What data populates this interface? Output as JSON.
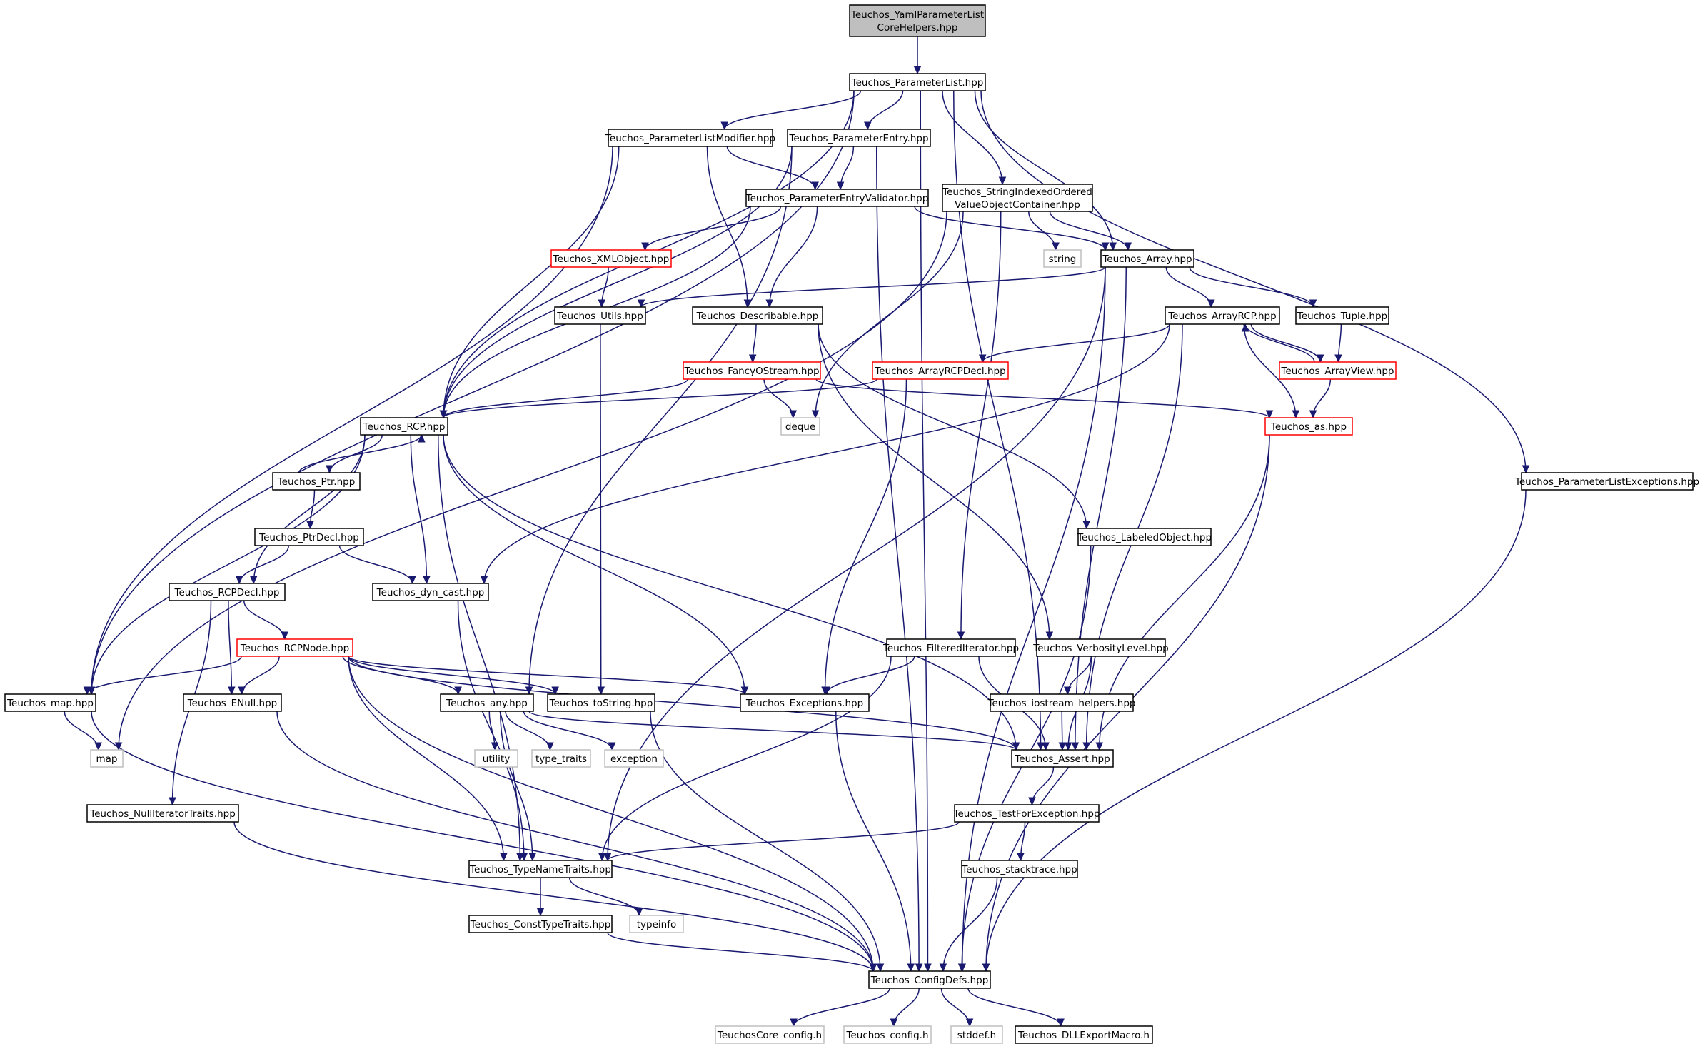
{
  "colors": {
    "edge": "#191970",
    "border_normal": "#000000",
    "border_truncated": "#ff0000",
    "border_system": "#bfbfbf",
    "fill_root": "#bfbfbf",
    "fill_normal": "#ffffff",
    "text_normal": "#000000",
    "text_system": "#606060"
  },
  "diagram": {
    "nodes": [
      {
        "id": "yaml",
        "kind": "root",
        "lines": [
          "Teuchos_YamlParameterList",
          "CoreHelpers.hpp"
        ]
      },
      {
        "id": "plist",
        "kind": "normal",
        "lines": [
          "Teuchos_ParameterList.hpp"
        ]
      },
      {
        "id": "plmod",
        "kind": "normal",
        "lines": [
          "Teuchos_ParameterListModifier.hpp"
        ]
      },
      {
        "id": "pentry",
        "kind": "normal",
        "lines": [
          "Teuchos_ParameterEntry.hpp"
        ]
      },
      {
        "id": "pev",
        "kind": "normal",
        "lines": [
          "Teuchos_ParameterEntryValidator.hpp"
        ]
      },
      {
        "id": "siovoc",
        "kind": "normal",
        "lines": [
          "Teuchos_StringIndexedOrdered",
          "ValueObjectContainer.hpp"
        ]
      },
      {
        "id": "xmlobj",
        "kind": "truncated",
        "lines": [
          "Teuchos_XMLObject.hpp"
        ]
      },
      {
        "id": "string",
        "kind": "system",
        "lines": [
          "string"
        ]
      },
      {
        "id": "array",
        "kind": "normal",
        "lines": [
          "Teuchos_Array.hpp"
        ]
      },
      {
        "id": "utils",
        "kind": "normal",
        "lines": [
          "Teuchos_Utils.hpp"
        ]
      },
      {
        "id": "describ",
        "kind": "normal",
        "lines": [
          "Teuchos_Describable.hpp"
        ]
      },
      {
        "id": "arcp",
        "kind": "normal",
        "lines": [
          "Teuchos_ArrayRCP.hpp"
        ]
      },
      {
        "id": "tuple",
        "kind": "normal",
        "lines": [
          "Teuchos_Tuple.hpp"
        ]
      },
      {
        "id": "fancy",
        "kind": "truncated",
        "lines": [
          "Teuchos_FancyOStream.hpp"
        ]
      },
      {
        "id": "arcpdecl",
        "kind": "truncated",
        "lines": [
          "Teuchos_ArrayRCPDecl.hpp"
        ]
      },
      {
        "id": "arrayview",
        "kind": "truncated",
        "lines": [
          "Teuchos_ArrayView.hpp"
        ]
      },
      {
        "id": "rcp",
        "kind": "normal",
        "lines": [
          "Teuchos_RCP.hpp"
        ]
      },
      {
        "id": "deque",
        "kind": "system",
        "lines": [
          "deque"
        ]
      },
      {
        "id": "as",
        "kind": "truncated",
        "lines": [
          "Teuchos_as.hpp"
        ]
      },
      {
        "id": "plexc",
        "kind": "normal",
        "lines": [
          "Teuchos_ParameterListExceptions.hpp"
        ]
      },
      {
        "id": "ptr",
        "kind": "normal",
        "lines": [
          "Teuchos_Ptr.hpp"
        ]
      },
      {
        "id": "ptrdecl",
        "kind": "normal",
        "lines": [
          "Teuchos_PtrDecl.hpp"
        ]
      },
      {
        "id": "labeled",
        "kind": "normal",
        "lines": [
          "Teuchos_LabeledObject.hpp"
        ]
      },
      {
        "id": "rcpdecl",
        "kind": "normal",
        "lines": [
          "Teuchos_RCPDecl.hpp"
        ]
      },
      {
        "id": "dyncast",
        "kind": "normal",
        "lines": [
          "Teuchos_dyn_cast.hpp"
        ]
      },
      {
        "id": "rcpnode",
        "kind": "truncated",
        "lines": [
          "Teuchos_RCPNode.hpp"
        ]
      },
      {
        "id": "filtered",
        "kind": "normal",
        "lines": [
          "Teuchos_FilteredIterator.hpp"
        ]
      },
      {
        "id": "verbosity",
        "kind": "normal",
        "lines": [
          "Teuchos_VerbosityLevel.hpp"
        ]
      },
      {
        "id": "map",
        "kind": "normal",
        "lines": [
          "Teuchos_map.hpp"
        ]
      },
      {
        "id": "enull",
        "kind": "normal",
        "lines": [
          "Teuchos_ENull.hpp"
        ]
      },
      {
        "id": "any",
        "kind": "normal",
        "lines": [
          "Teuchos_any.hpp"
        ]
      },
      {
        "id": "tostring",
        "kind": "normal",
        "lines": [
          "Teuchos_toString.hpp"
        ]
      },
      {
        "id": "exceptions",
        "kind": "normal",
        "lines": [
          "Teuchos_Exceptions.hpp"
        ]
      },
      {
        "id": "iostream",
        "kind": "normal",
        "lines": [
          "Teuchos_iostream_helpers.hpp"
        ]
      },
      {
        "id": "stdmap",
        "kind": "system",
        "lines": [
          "map"
        ]
      },
      {
        "id": "utility",
        "kind": "system",
        "lines": [
          "utility"
        ]
      },
      {
        "id": "typetraits",
        "kind": "system",
        "lines": [
          "type_traits"
        ]
      },
      {
        "id": "exception",
        "kind": "system",
        "lines": [
          "exception"
        ]
      },
      {
        "id": "assert",
        "kind": "normal",
        "lines": [
          "Teuchos_Assert.hpp"
        ]
      },
      {
        "id": "nulliter",
        "kind": "normal",
        "lines": [
          "Teuchos_NullIteratorTraits.hpp"
        ]
      },
      {
        "id": "testexc",
        "kind": "normal",
        "lines": [
          "Teuchos_TestForException.hpp"
        ]
      },
      {
        "id": "typename",
        "kind": "normal",
        "lines": [
          "Teuchos_TypeNameTraits.hpp"
        ]
      },
      {
        "id": "stacktrace",
        "kind": "normal",
        "lines": [
          "Teuchos_stacktrace.hpp"
        ]
      },
      {
        "id": "consttype",
        "kind": "normal",
        "lines": [
          "Teuchos_ConstTypeTraits.hpp"
        ]
      },
      {
        "id": "typeinfo",
        "kind": "system",
        "lines": [
          "typeinfo"
        ]
      },
      {
        "id": "configdefs",
        "kind": "normal",
        "lines": [
          "Teuchos_ConfigDefs.hpp"
        ]
      },
      {
        "id": "coreconfig",
        "kind": "system",
        "lines": [
          "TeuchosCore_config.h"
        ]
      },
      {
        "id": "config",
        "kind": "system",
        "lines": [
          "Teuchos_config.h"
        ]
      },
      {
        "id": "stddef",
        "kind": "system",
        "lines": [
          "stddef.h"
        ]
      },
      {
        "id": "dllexport",
        "kind": "normal",
        "lines": [
          "Teuchos_DLLExportMacro.h"
        ]
      }
    ],
    "edges": [
      [
        "yaml",
        "plist"
      ],
      [
        "plist",
        "plmod"
      ],
      [
        "plist",
        "pentry"
      ],
      [
        "plist",
        "siovoc"
      ],
      [
        "plist",
        "array"
      ],
      [
        "plist",
        "rcp"
      ],
      [
        "plist",
        "map"
      ],
      [
        "plist",
        "assert"
      ],
      [
        "plist",
        "plexc"
      ],
      [
        "plist",
        "configdefs"
      ],
      [
        "plmod",
        "pev"
      ],
      [
        "plmod",
        "describ"
      ],
      [
        "plmod",
        "rcp"
      ],
      [
        "plmod",
        "map"
      ],
      [
        "pentry",
        "pev"
      ],
      [
        "pentry",
        "any"
      ],
      [
        "pentry",
        "rcp"
      ],
      [
        "pentry",
        "configdefs"
      ],
      [
        "pev",
        "xmlobj"
      ],
      [
        "pev",
        "array"
      ],
      [
        "pev",
        "describ"
      ],
      [
        "pev",
        "rcp"
      ],
      [
        "siovoc",
        "string"
      ],
      [
        "siovoc",
        "array"
      ],
      [
        "siovoc",
        "deque"
      ],
      [
        "siovoc",
        "filtered"
      ],
      [
        "siovoc",
        "stdmap"
      ],
      [
        "xmlobj",
        "utils"
      ],
      [
        "array",
        "utils"
      ],
      [
        "array",
        "arcp"
      ],
      [
        "array",
        "tuple"
      ],
      [
        "array",
        "typename"
      ],
      [
        "array",
        "assert"
      ],
      [
        "array",
        "configdefs"
      ],
      [
        "utils",
        "tostring"
      ],
      [
        "describ",
        "fancy"
      ],
      [
        "describ",
        "labeled"
      ],
      [
        "describ",
        "verbosity"
      ],
      [
        "arcp",
        "arcpdecl"
      ],
      [
        "arcp",
        "arrayview"
      ],
      [
        "arcp",
        "as"
      ],
      [
        "arcp",
        "dyncast"
      ],
      [
        "arcp",
        "assert"
      ],
      [
        "tuple",
        "arrayview"
      ],
      [
        "arrayview",
        "arcp"
      ],
      [
        "arrayview",
        "as"
      ],
      [
        "fancy",
        "rcp"
      ],
      [
        "fancy",
        "deque"
      ],
      [
        "fancy",
        "as"
      ],
      [
        "arcpdecl",
        "rcp"
      ],
      [
        "arcpdecl",
        "exceptions"
      ],
      [
        "as",
        "assert"
      ],
      [
        "as",
        "configdefs"
      ],
      [
        "rcp",
        "ptr"
      ],
      [
        "rcp",
        "rcpdecl"
      ],
      [
        "rcp",
        "dyncast"
      ],
      [
        "rcp",
        "map"
      ],
      [
        "rcp",
        "typename"
      ],
      [
        "rcp",
        "exceptions"
      ],
      [
        "rcp",
        "assert"
      ],
      [
        "ptr",
        "rcp"
      ],
      [
        "ptr",
        "ptrdecl"
      ],
      [
        "ptrdecl",
        "rcpdecl"
      ],
      [
        "ptrdecl",
        "dyncast"
      ],
      [
        "rcpdecl",
        "rcpnode"
      ],
      [
        "rcpdecl",
        "enull"
      ],
      [
        "rcpdecl",
        "nulliter"
      ],
      [
        "rcpnode",
        "map"
      ],
      [
        "rcpnode",
        "enull"
      ],
      [
        "rcpnode",
        "any"
      ],
      [
        "rcpnode",
        "tostring"
      ],
      [
        "rcpnode",
        "exceptions"
      ],
      [
        "rcpnode",
        "assert"
      ],
      [
        "rcpnode",
        "typename"
      ],
      [
        "rcpnode",
        "configdefs"
      ],
      [
        "dyncast",
        "typename"
      ],
      [
        "map",
        "stdmap"
      ],
      [
        "map",
        "configdefs"
      ],
      [
        "enull",
        "configdefs"
      ],
      [
        "any",
        "utility"
      ],
      [
        "any",
        "typetraits"
      ],
      [
        "any",
        "exception"
      ],
      [
        "any",
        "typename"
      ],
      [
        "any",
        "assert"
      ],
      [
        "tostring",
        "configdefs"
      ],
      [
        "exceptions",
        "configdefs"
      ],
      [
        "labeled",
        "configdefs"
      ],
      [
        "filtered",
        "exceptions"
      ],
      [
        "filtered",
        "assert"
      ],
      [
        "filtered",
        "typename"
      ],
      [
        "verbosity",
        "iostream"
      ],
      [
        "verbosity",
        "assert"
      ],
      [
        "iostream",
        "assert"
      ],
      [
        "assert",
        "testexc"
      ],
      [
        "testexc",
        "typename"
      ],
      [
        "testexc",
        "stacktrace"
      ],
      [
        "stacktrace",
        "configdefs"
      ],
      [
        "typename",
        "consttype"
      ],
      [
        "typename",
        "typeinfo"
      ],
      [
        "consttype",
        "configdefs"
      ],
      [
        "nulliter",
        "configdefs"
      ],
      [
        "plexc",
        "configdefs"
      ],
      [
        "configdefs",
        "coreconfig"
      ],
      [
        "configdefs",
        "config"
      ],
      [
        "configdefs",
        "stddef"
      ],
      [
        "configdefs",
        "dllexport"
      ]
    ]
  }
}
